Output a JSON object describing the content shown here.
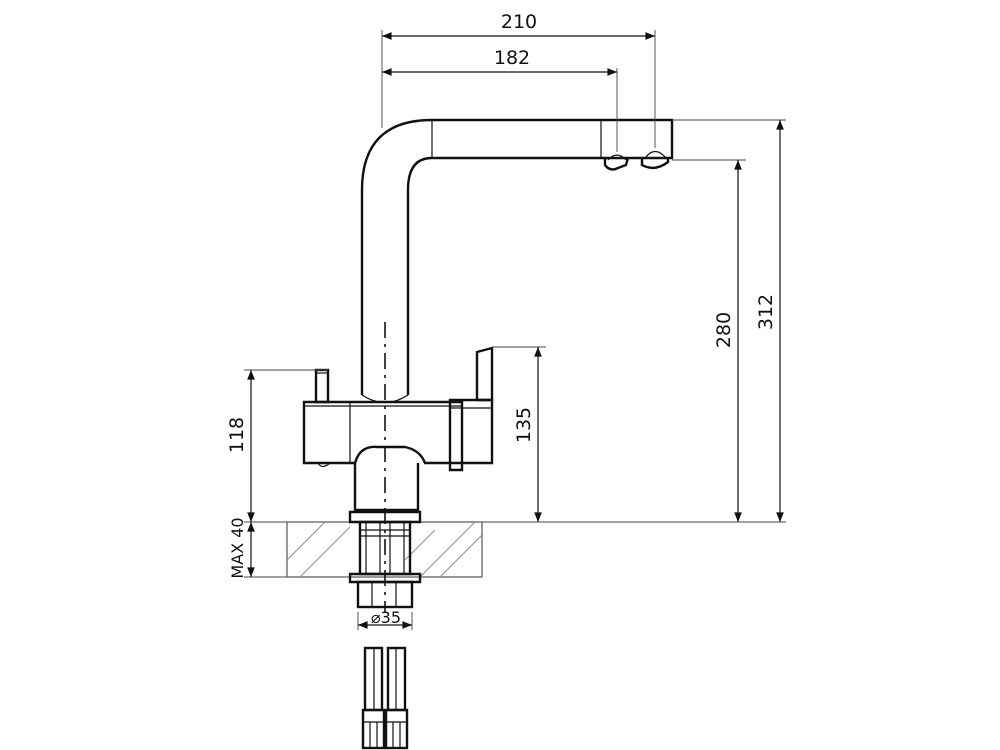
{
  "dimensions": {
    "spout_reach_total": "210",
    "spout_reach_aerator": "182",
    "total_height": "312",
    "outlet_height": "280",
    "lever_height": "135",
    "body_height": "118",
    "max_deck_thickness": "MAX 40",
    "mounting_hole": "⌀35"
  },
  "colors": {
    "line": "#111111",
    "hatch": "#888888",
    "background": "#ffffff"
  }
}
